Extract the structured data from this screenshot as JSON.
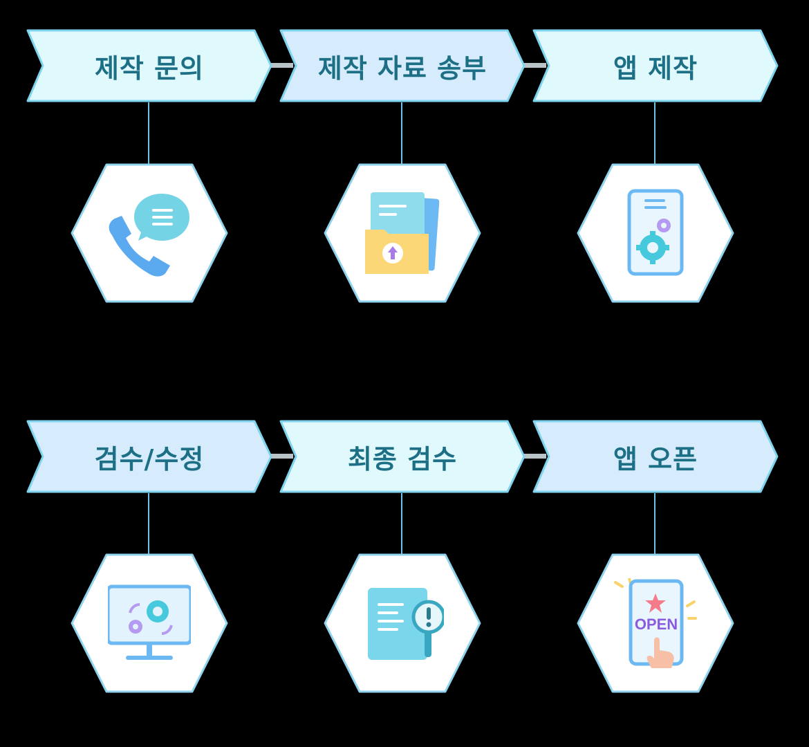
{
  "diagram": {
    "steps": [
      {
        "label": "제작 문의",
        "icon": "phone-chat-icon"
      },
      {
        "label": "제작 자료 송부",
        "icon": "folder-upload-icon"
      },
      {
        "label": "앱 제작",
        "icon": "phone-settings-icon"
      },
      {
        "label": "검수/수정",
        "icon": "monitor-gears-icon"
      },
      {
        "label": "최종 검수",
        "icon": "document-inspect-icon"
      },
      {
        "label": "앱 오픈",
        "icon": "app-open-icon"
      }
    ],
    "open_badge_text": "OPEN",
    "colors": {
      "background": "#000000",
      "chevron_fill_a": "#dff9fd",
      "chevron_fill_b": "#d6ecfc",
      "chevron_stroke": "#7ed3ee",
      "label_text": "#1d6f86",
      "connector": "#b9c3c8",
      "stem": "#6ec4e8"
    }
  }
}
